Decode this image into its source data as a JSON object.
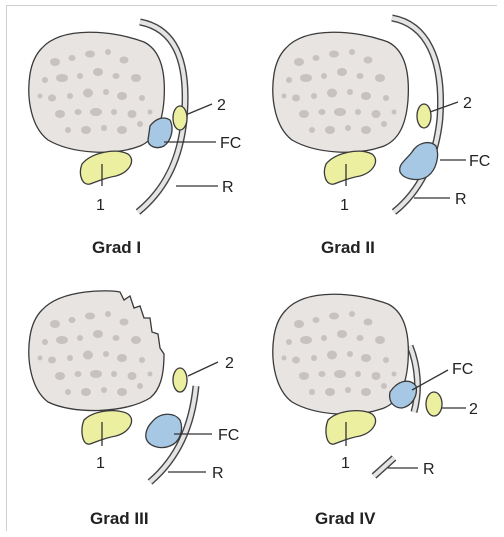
{
  "labels": {
    "n1": "1",
    "n2": "2",
    "fc": "FC",
    "r": "R"
  },
  "grades": {
    "g1": "Grad I",
    "g2": "Grad II",
    "g3": "Grad III",
    "g4": "Grad IV"
  },
  "colors": {
    "bone": "#e8e4e2",
    "yellow_structure": "#ecefa0",
    "blue_structure": "#a6c8e4"
  }
}
